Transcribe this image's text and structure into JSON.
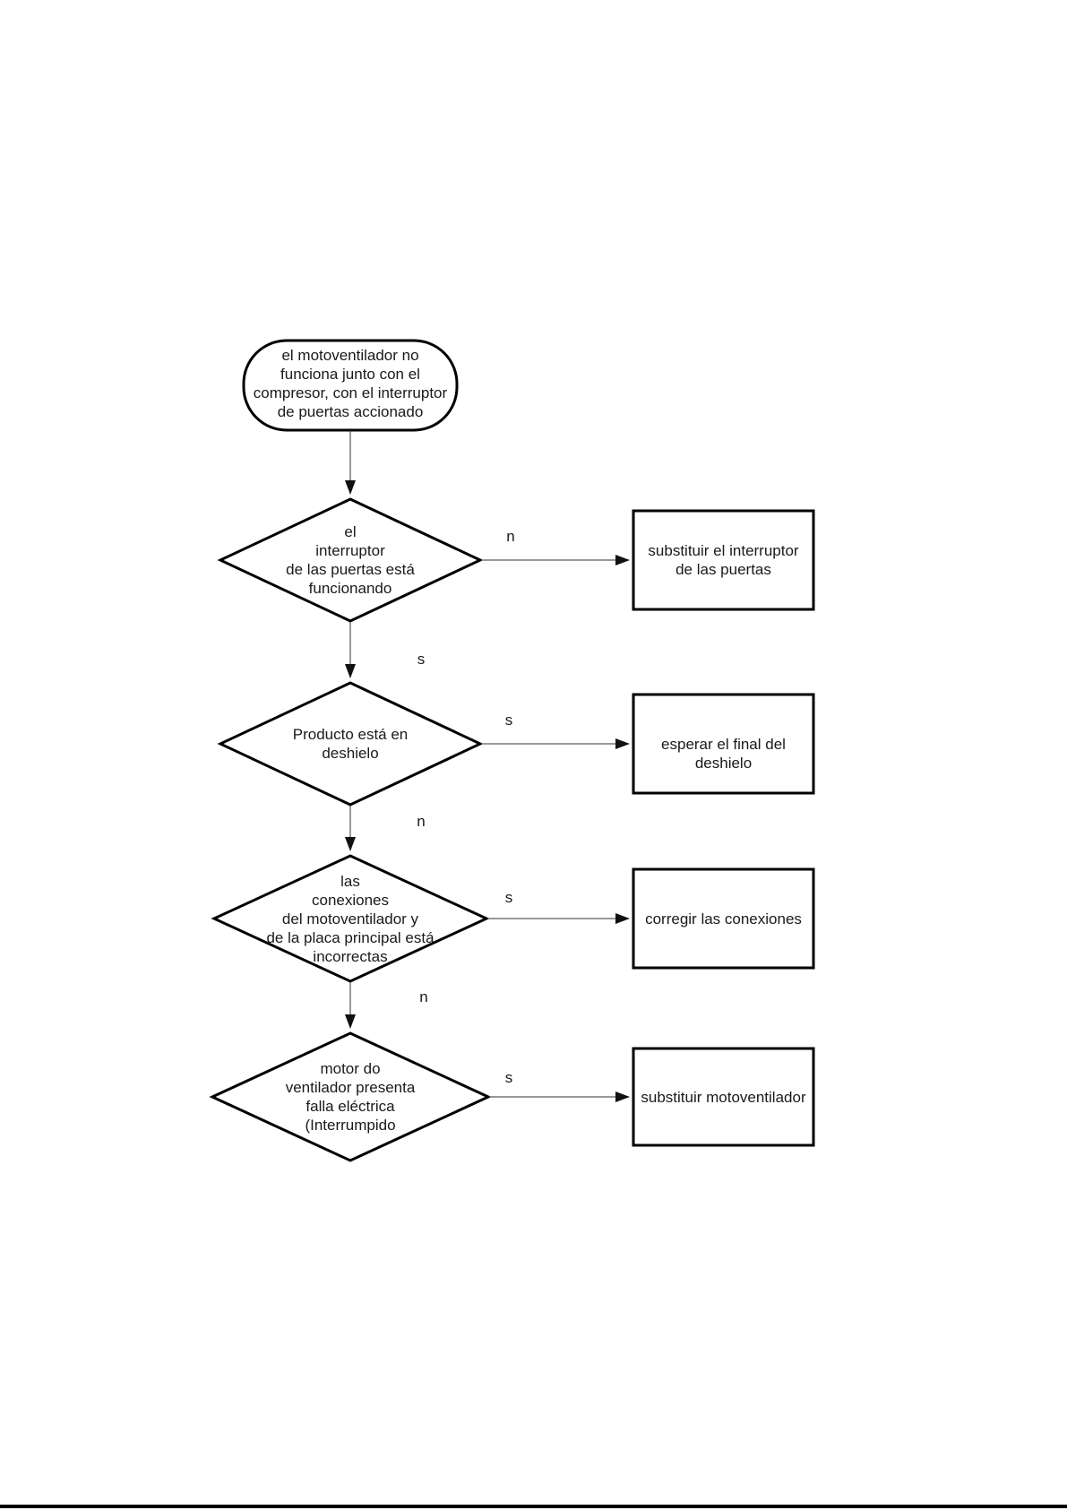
{
  "flowchart": {
    "start_label": "el motoventilador no\nfunciona junto con el\ncompresor, con el interruptor\nde puertas accionado",
    "steps": [
      {
        "decision": "el\ninterruptor\nde las puertas está\nfuncionando",
        "side_label": "n",
        "action": "substituir el interruptor\nde las puertas",
        "down_label": "s"
      },
      {
        "decision": "Producto está en\ndeshielo",
        "side_label": "s",
        "action": "esperar el final del deshielo",
        "down_label": "n"
      },
      {
        "decision": "las\nconexiones\ndel motoventilador y\nde la placa principal está\nincorrectas",
        "side_label": "s",
        "action": "corregir las conexiones",
        "down_label": "n"
      },
      {
        "decision": "motor do\nventilador presenta\nfalla eléctrica\n(Interrumpido",
        "side_label": "s",
        "action": "substituir motoventilador"
      }
    ]
  },
  "colors": {
    "stroke": "#000000",
    "connector": "#333333",
    "background": "#ffffff",
    "text": "#1a1a1a"
  }
}
